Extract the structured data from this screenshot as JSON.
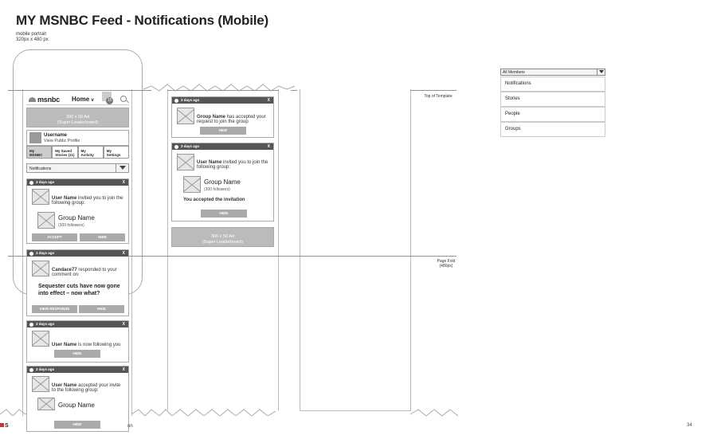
{
  "page": {
    "title": "MY MSNBC Feed - Notifications (Mobile)",
    "subtitle_line1": "mobile portrait",
    "subtitle_line2": "320px x 480 px",
    "page_number": "34",
    "footer_fragment_left": "S",
    "footer_fragment_right": "on"
  },
  "notes": {
    "top_of_template": "Top of Template",
    "page_fold_line1": "Page Fold",
    "page_fold_line2": "(480px)"
  },
  "header": {
    "logo": "msnbc",
    "home_label": "Home",
    "home_chevron": "v",
    "notification_count": "15"
  },
  "ad": {
    "line1": "300 x 50 Ad",
    "line2": "(Super Leaderboard)"
  },
  "profile": {
    "username": "Username",
    "link": "View Public Profile"
  },
  "tabs": [
    {
      "line1": "My",
      "line2": "MSNBC"
    },
    {
      "line1": "My Saved",
      "line2": "Stories (11)"
    },
    {
      "line1": "My",
      "line2": "Activity"
    },
    {
      "line1": "My",
      "line2": "Settings"
    }
  ],
  "filter": {
    "selected": "Notifications"
  },
  "cards": {
    "time": "3 days ago",
    "close": "X",
    "c1_user": "User Name",
    "c1_text1": "invited you to join the",
    "c1_text2": "following group:",
    "group_name": "Group Name",
    "followers": "(300 followers)",
    "accept": "ACCEPT",
    "hide": "HIDE",
    "c2_user": "Candace77",
    "c2_text1": "responded to your",
    "c2_text2": "comment on:",
    "c2_headline1": "Sequester cuts have now gone",
    "c2_headline2": "into effect – now what?",
    "view_response": "VIEW RESPONSE",
    "c3_user": "User Name",
    "c3_text": "is now following you",
    "c4_user": "User Name",
    "c4_text1": "accepted your invite",
    "c4_text2": "to the following group:",
    "m1_group": "Group Name",
    "m1_text1": "has accepted your",
    "m1_text2": "request to join the group",
    "m2_user": "User Name",
    "m2_text1": "invited you to join the",
    "m2_text2": "following group:",
    "accepted": "You accepted the invitation"
  },
  "menu": {
    "selected": "All Members",
    "items": [
      "Notifications",
      "Stories",
      "People",
      "Groups"
    ]
  }
}
